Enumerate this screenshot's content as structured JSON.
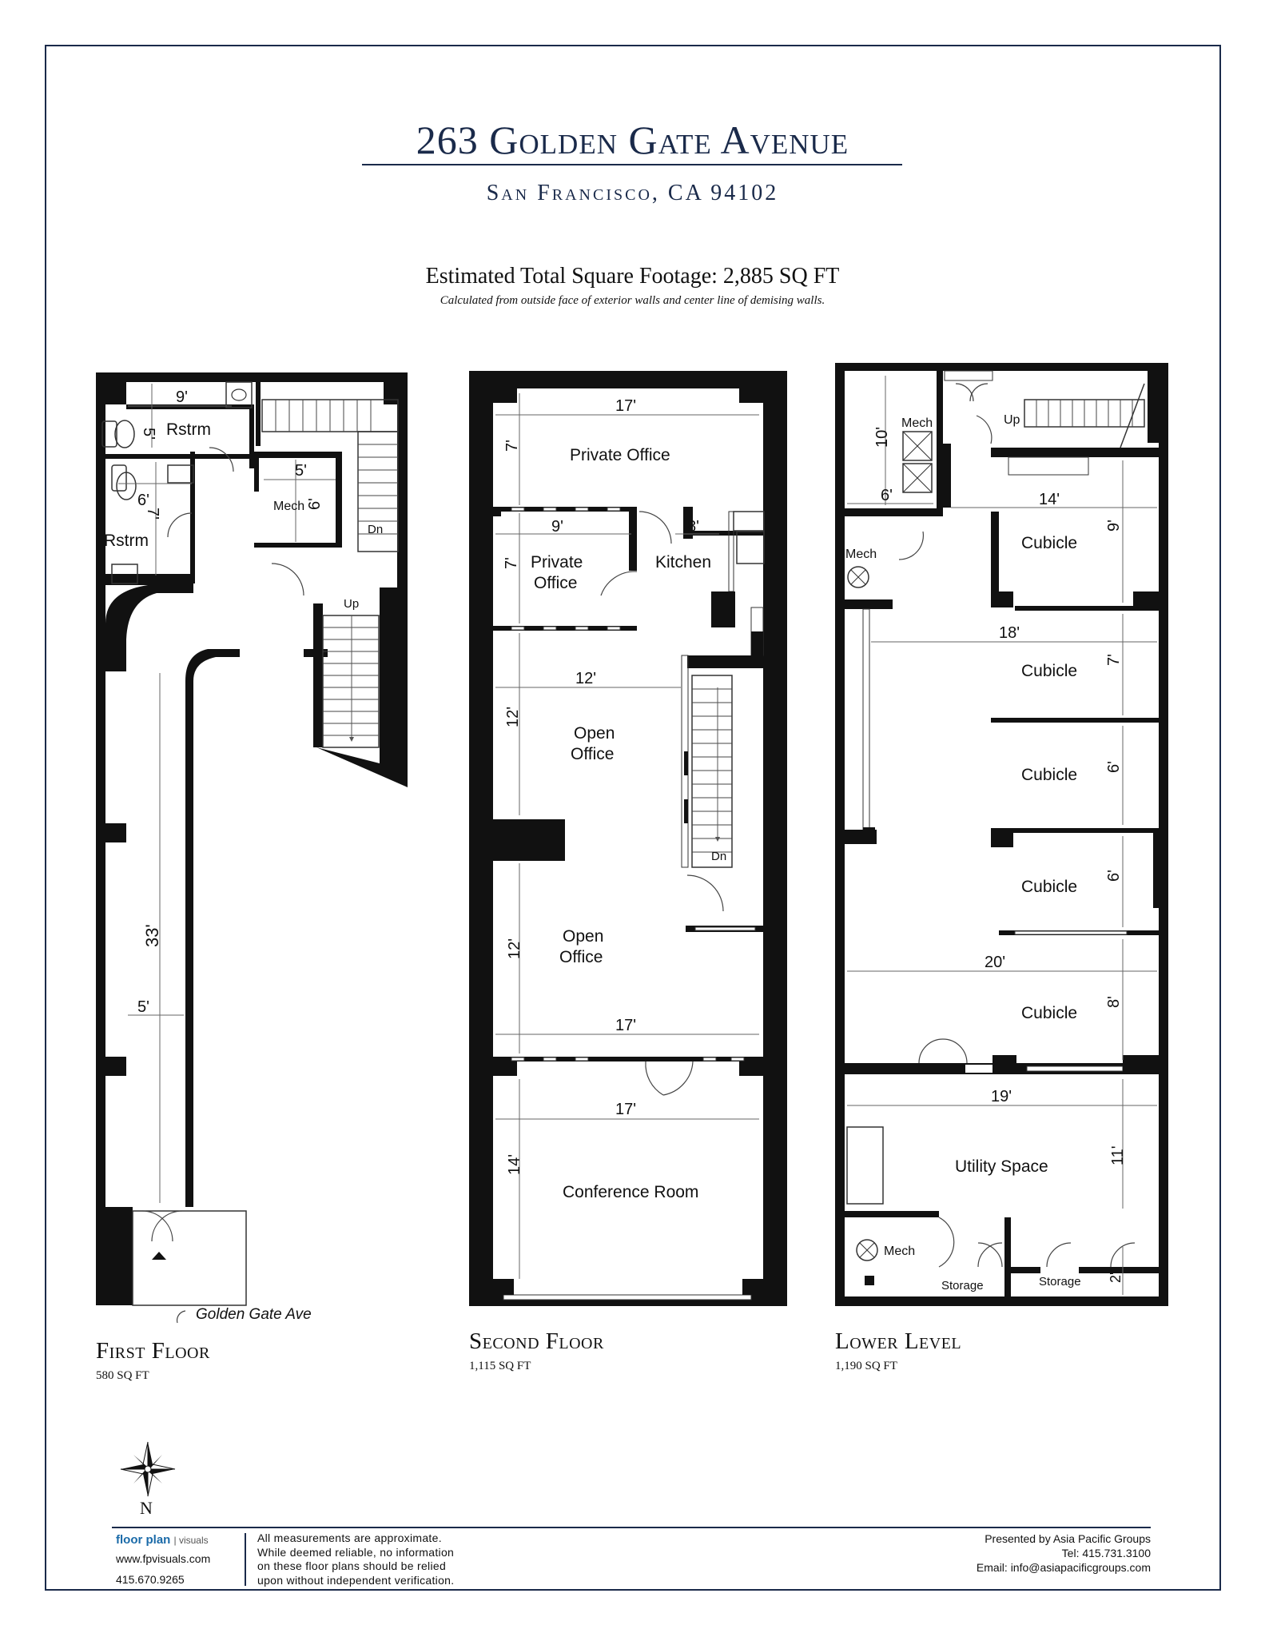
{
  "header": {
    "title": "263 Golden Gate Avenue",
    "subtitle": "San Francisco, CA 94102",
    "total_sqft": "Estimated Total Square Footage: 2,885 SQ FT",
    "sqft_note": "Calculated from outside face of exterior walls and center line of demising walls."
  },
  "floors": {
    "first": {
      "label": "First Floor",
      "area": "580 SQ FT",
      "street": "Golden Gate Ave",
      "rooms": {
        "rstrm_top": "Rstrm",
        "rstrm_bottom": "Rstrm",
        "mech": "Mech",
        "up": "Up",
        "dn": "Dn"
      },
      "dims": {
        "d9": "9'",
        "d5a": "5'",
        "d5b": "5'",
        "d6a": "6'",
        "d6b": "6'",
        "d7": "7'",
        "d33": "33'",
        "d5c": "5'"
      }
    },
    "second": {
      "label": "Second Floor",
      "area": "1,115 SQ FT",
      "rooms": {
        "private_office_1": "Private Office",
        "private_office_2a": "Private",
        "private_office_2b": "Office",
        "kitchen": "Kitchen",
        "open_office_1a": "Open",
        "open_office_1b": "Office",
        "open_office_2a": "Open",
        "open_office_2b": "Office",
        "conference": "Conference Room",
        "dn": "Dn"
      },
      "dims": {
        "d17a": "17'",
        "d7a": "7'",
        "d9": "9'",
        "d8": "8'",
        "d7b": "7'",
        "d12a": "12'",
        "d12b": "12'",
        "d12c": "12'",
        "d17b": "17'",
        "d17c": "17'",
        "d14": "14'"
      }
    },
    "lower": {
      "label": "Lower Level",
      "area": "1,190 SQ FT",
      "rooms": {
        "mech_top": "Mech",
        "up": "Up",
        "mech_left": "Mech",
        "cubicle1": "Cubicle",
        "cubicle2": "Cubicle",
        "cubicle3": "Cubicle",
        "cubicle4": "Cubicle",
        "cubicle5": "Cubicle",
        "utility": "Utility Space",
        "mech_bottom": "Mech",
        "storage1": "Storage",
        "storage2": "Storage"
      },
      "dims": {
        "d10": "10'",
        "d6a": "6'",
        "d14": "14'",
        "d9": "9'",
        "d18": "18'",
        "d7": "7'",
        "d6b": "6'",
        "d6c": "6'",
        "d20": "20'",
        "d8": "8'",
        "d19": "19'",
        "d11": "11'",
        "d2": "2'"
      }
    }
  },
  "compass": {
    "label": "N"
  },
  "footer": {
    "brand": "floor plan",
    "brand_sub": "visuals",
    "website": "www.fpvisuals.com",
    "phone": "415.670.9265",
    "disclaimer": [
      "All measurements are approximate.",
      "While deemed reliable, no information",
      "on these floor plans should be relied",
      "upon without independent verification."
    ],
    "presenter": [
      "Presented by Asia Pacific Groups",
      "Tel: 415.731.3100",
      "Email: info@asiapacificgroups.com"
    ]
  }
}
